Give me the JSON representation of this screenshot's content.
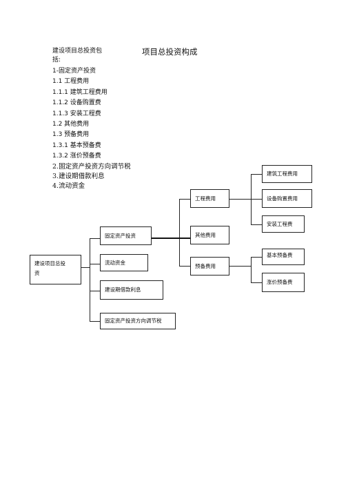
{
  "header": {
    "intro_line1": "建设项目总投资包",
    "intro_line2": "括:",
    "title": "项目总投资构成"
  },
  "outline": [
    "1-固定资产投资",
    "1.1 工程费用",
    "1.1.1 建筑工程费用",
    "1.1.2 设备购置费",
    "1.1.3 安装工程费",
    "1.2 其他费用",
    "1.3 预备费用",
    "1.3.1 基本预备费",
    "1.3.2 涨价预备费"
  ],
  "outline2": [
    "2.固定资产投资方向调节税",
    "3.建设期借款利息",
    "4.流动资金"
  ],
  "diagram": {
    "root": "建设项目总投资",
    "level1": {
      "fixed": "固定资产投资",
      "liquid": "流动资金",
      "interest": "建设期借款利息",
      "tax": "固定资产投资方向调节税"
    },
    "level2": {
      "engineering": "工程费用",
      "other": "其他费用",
      "reserve": "预备费用"
    },
    "level3": {
      "construction": "建筑工程费用",
      "equipment": "设备购置费用",
      "installation": "安装工程费",
      "basic_reserve": "基本预备费",
      "price_reserve": "涨价预备费"
    }
  }
}
